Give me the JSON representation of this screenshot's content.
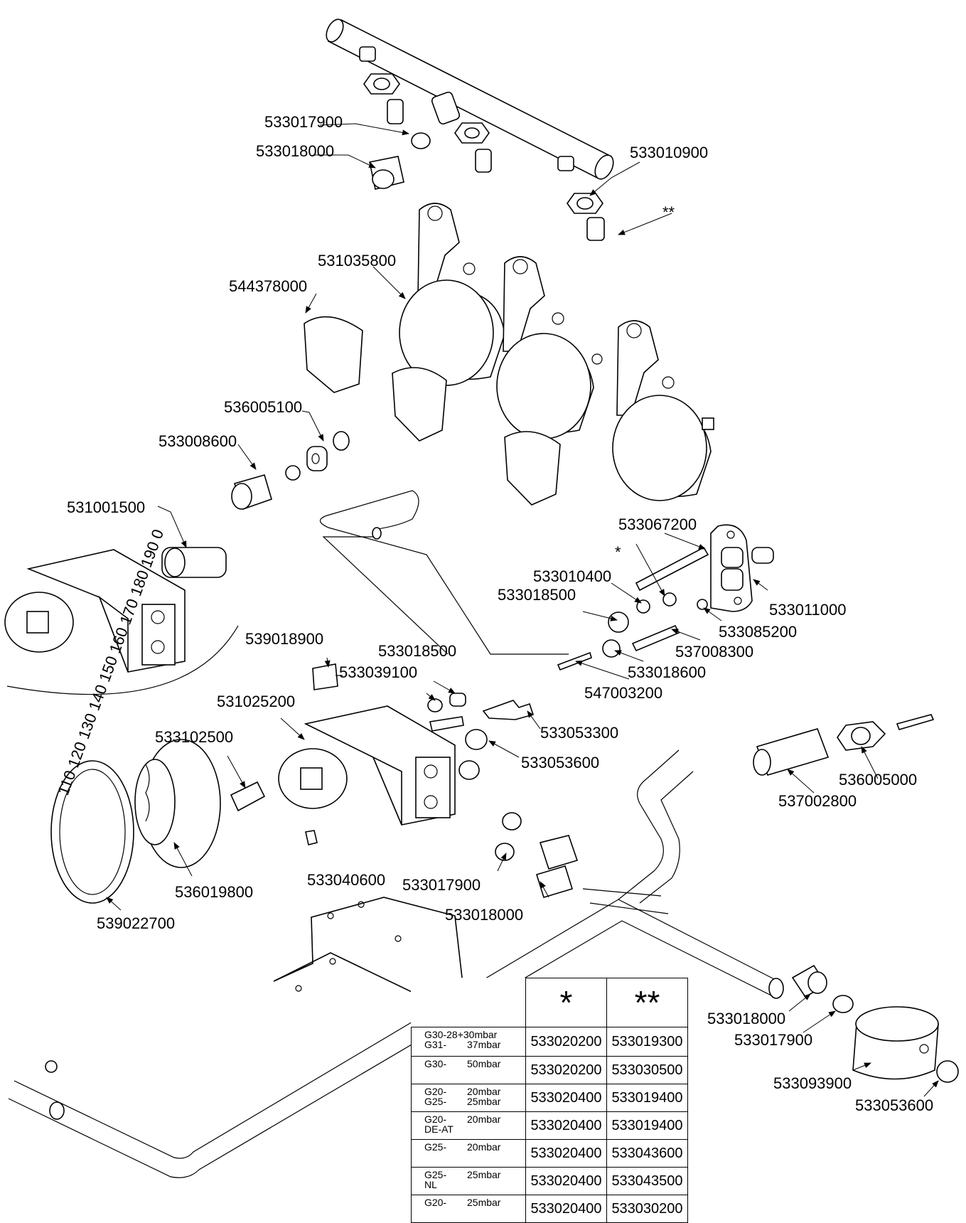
{
  "part_labels": {
    "p533017900_top": "533017900",
    "p533018000_top": "533018000",
    "p533010900": "533010900",
    "double_star": "**",
    "p531035800": "531035800",
    "p544378000": "544378000",
    "p536005100": "536005100",
    "p533008600": "533008600",
    "p531001500": "531001500",
    "p533067200": "533067200",
    "single_star": "*",
    "p533010400": "533010400",
    "p533018500_right": "533018500",
    "p533011000": "533011000",
    "p533085200": "533085200",
    "p537008300": "537008300",
    "p533018600": "533018600",
    "p547003200": "547003200",
    "p539018900": "539018900",
    "p533018500_mid": "533018500",
    "p533039100": "533039100",
    "p531025200": "531025200",
    "p533053300": "533053300",
    "p533102500": "533102500",
    "p533053600_mid": "533053600",
    "p536005000": "536005000",
    "p537002800": "537002800",
    "p536019800": "536019800",
    "p533040600": "533040600",
    "p533017900_mid": "533017900",
    "p533018000_mid": "533018000",
    "p539022700": "539022700",
    "p533018000_bot": "533018000",
    "p533017900_bot": "533017900",
    "p533093900": "533093900",
    "p533053600_bot": "533053600"
  },
  "dial_text": "110 120 130 140 150 160 170 180 190 0",
  "table": {
    "header_star": "*",
    "header_double_star": "**",
    "rows": [
      {
        "gas": "G30-28+30mbar",
        "gas2": "G31-",
        "pressure": "",
        "pressure2": "37mbar",
        "star": "533020200",
        "double_star": "533019300"
      },
      {
        "gas": "G30-",
        "gas2": "",
        "pressure": "50mbar",
        "pressure2": "",
        "star": "533020200",
        "double_star": "533030500"
      },
      {
        "gas": "G20-",
        "gas2": "G25-",
        "pressure": "20mbar",
        "pressure2": "25mbar",
        "star": "533020400",
        "double_star": "533019400"
      },
      {
        "gas": "G20-",
        "gas2": "DE-AT",
        "pressure": "20mbar",
        "pressure2": "",
        "star": "533020400",
        "double_star": "533019400"
      },
      {
        "gas": "G25-",
        "gas2": "",
        "pressure": "20mbar",
        "pressure2": "",
        "star": "533020400",
        "double_star": "533043600"
      },
      {
        "gas": "G25-",
        "gas2": "NL",
        "pressure": "25mbar",
        "pressure2": "",
        "star": "533020400",
        "double_star": "533043500"
      },
      {
        "gas": "G20-",
        "gas2": "",
        "pressure": "25mbar",
        "pressure2": "",
        "star": "533020400",
        "double_star": "533030200"
      }
    ]
  }
}
